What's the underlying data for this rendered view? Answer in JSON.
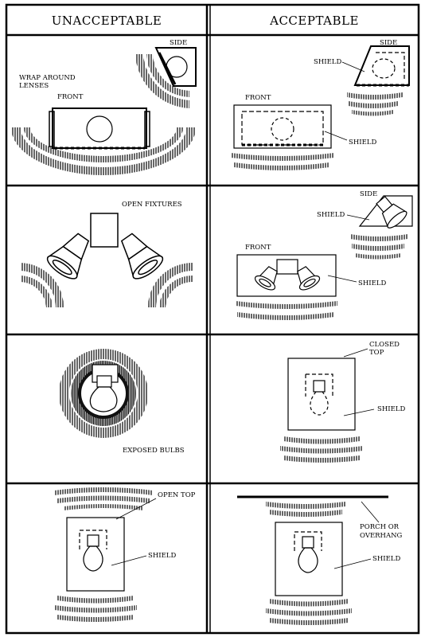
{
  "headers": {
    "left": "UNACCEPTABLE",
    "right": "ACCEPTABLE"
  },
  "panels": {
    "r1_left": {
      "wrap": "WRAP AROUND",
      "lenses": "LENSES",
      "side": "SIDE",
      "front": "FRONT"
    },
    "r1_right": {
      "side": "SIDE",
      "shield_side": "SHIELD",
      "front": "FRONT",
      "shield_front": "SHIELD"
    },
    "r2_left": {
      "open_fixtures": "OPEN FIXTURES"
    },
    "r2_right": {
      "side": "SIDE",
      "shield_side": "SHIELD",
      "front": "FRONT",
      "shield_front": "SHIELD"
    },
    "r3_left": {
      "exposed": "EXPOSED BULBS"
    },
    "r3_right": {
      "closed": "CLOSED",
      "top": "TOP",
      "shield": "SHIELD"
    },
    "r4_left": {
      "open_top": "OPEN TOP",
      "shield": "SHIELD"
    },
    "r4_right": {
      "porch": "PORCH OR",
      "overhang": "OVERHANG",
      "shield": "SHIELD"
    }
  }
}
